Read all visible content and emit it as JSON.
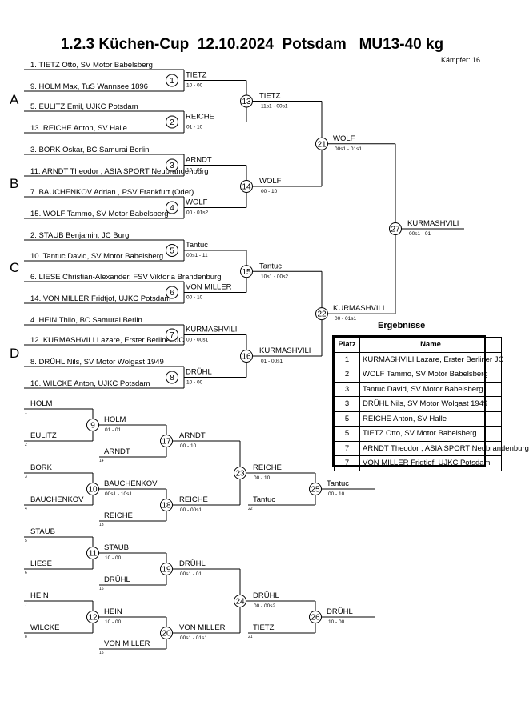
{
  "header": {
    "title": "1.2.3 Küchen-Cup  12.10.2024  Potsdam   MU13-40 kg",
    "kaempfer": "Kämpfer: 16"
  },
  "groups": [
    "A",
    "B",
    "C",
    "D"
  ],
  "entries": [
    "1. TIETZ Otto, SV Motor Babelsberg",
    "9. HOLM Max, TuS Wannsee 1896",
    "5. EULITZ Emil, UJKC Potsdam",
    "13. REICHE Anton, SV Halle",
    "3. BORK Oskar, BC Samurai Berlin",
    "11. ARNDT Theodor , ASIA SPORT Neubrandenburg",
    "7. BAUCHENKOV  Adrian , PSV Frankfurt (Oder)",
    "15. WOLF Tammo, SV Motor Babelsberg",
    "2. STAUB Benjamin, JC Burg",
    "10. Tantuc David, SV Motor Babelsberg",
    "6. LIESE Christian-Alexander, FSV Viktoria Brandenburg",
    "14. VON MILLER Fridtjof, UJKC Potsdam",
    "4. HEIN Thilo, BC Samurai Berlin",
    "12. KURMASHVILI Lazare, Erster Berliner JC",
    "8. DRÜHL Nils, SV Motor Wolgast 1949",
    "16. WILCKE Anton, UJKC Potsdam"
  ],
  "main_fights": [
    {
      "no": "1",
      "winner": "TIETZ",
      "score": "10 - 00"
    },
    {
      "no": "2",
      "winner": "REICHE",
      "score": "01 - 10"
    },
    {
      "no": "3",
      "winner": "ARNDT",
      "score": "10 - 00"
    },
    {
      "no": "4",
      "winner": "WOLF",
      "score": "00 - 01s2"
    },
    {
      "no": "5",
      "winner": "Tantuc",
      "score": "00s1 - 11"
    },
    {
      "no": "6",
      "winner": "VON MILLER",
      "score": "00 - 10"
    },
    {
      "no": "7",
      "winner": "KURMASHVILI",
      "score": "00 - 00s1"
    },
    {
      "no": "8",
      "winner": "DRÜHL",
      "score": "10 - 00"
    },
    {
      "no": "13",
      "winner": "TIETZ",
      "score": "11s1 - 00s1"
    },
    {
      "no": "14",
      "winner": "WOLF",
      "score": "00 - 10"
    },
    {
      "no": "15",
      "winner": "Tantuc",
      "score": "10s1 - 00s2"
    },
    {
      "no": "16",
      "winner": "KURMASHVILI",
      "score": "01 - 00s1"
    },
    {
      "no": "21",
      "winner": "WOLF",
      "score": "00s1 - 01s1"
    },
    {
      "no": "22",
      "winner": "KURMASHVILI",
      "score": "00 - 01s1"
    },
    {
      "no": "27",
      "winner": "KURMASHVILI",
      "score": "00s1 - 01"
    }
  ],
  "repechage_entries": [
    {
      "name": "HOLM",
      "ref": "1"
    },
    {
      "name": "EULITZ",
      "ref": "2"
    },
    {
      "name": "BORK",
      "ref": "3"
    },
    {
      "name": "BAUCHENKOV",
      "ref": "4"
    },
    {
      "name": "STAUB",
      "ref": "5"
    },
    {
      "name": "LIESE",
      "ref": "6"
    },
    {
      "name": "HEIN",
      "ref": "7"
    },
    {
      "name": "WILCKE",
      "ref": "8"
    }
  ],
  "repechage_fights": [
    {
      "no": "9",
      "winner": "HOLM",
      "score": "01 - 01"
    },
    {
      "no": "10",
      "winner": "BAUCHENKOV",
      "score": "00s1 - 10s1"
    },
    {
      "no": "11",
      "winner": "STAUB",
      "score": "10 - 00"
    },
    {
      "no": "12",
      "winner": "HEIN",
      "score": "10 - 00"
    },
    {
      "no": "17",
      "winner": "ARNDT",
      "score": "00 - 10"
    },
    {
      "no": "18",
      "winner": "REICHE",
      "score": "00 - 00s1"
    },
    {
      "no": "19",
      "winner": "DRÜHL",
      "score": "00s1 - 01"
    },
    {
      "no": "20",
      "winner": "VON MILLER",
      "score": "00s1 - 01s1"
    },
    {
      "no": "23",
      "winner": "REICHE",
      "score": "00 - 10"
    },
    {
      "no": "24",
      "winner": "DRÜHL",
      "score": "00 - 00s2"
    },
    {
      "no": "25",
      "winner": "Tantuc",
      "score": "00 - 10"
    },
    {
      "no": "26",
      "winner": "DRÜHL",
      "score": "10 - 00"
    }
  ],
  "loser_entries": [
    {
      "name": "ARNDT",
      "ref": "14"
    },
    {
      "name": "REICHE",
      "ref": "13"
    },
    {
      "name": "DRÜHL",
      "ref": "16"
    },
    {
      "name": "VON MILLER",
      "ref": "15"
    },
    {
      "name": "Tantuc",
      "ref": "22"
    },
    {
      "name": "TIETZ",
      "ref": "21"
    }
  ],
  "results": {
    "title": "Ergebnisse",
    "headers": {
      "place": "Platz",
      "name": "Name"
    },
    "rows": [
      {
        "place": "1",
        "name": "KURMASHVILI Lazare, Erster Berliner JC"
      },
      {
        "place": "2",
        "name": "WOLF Tammo, SV Motor Babelsberg"
      },
      {
        "place": "3",
        "name": "Tantuc David, SV Motor Babelsberg"
      },
      {
        "place": "3",
        "name": "DRÜHL Nils, SV Motor Wolgast 1949"
      },
      {
        "place": "5",
        "name": "REICHE Anton, SV Halle"
      },
      {
        "place": "5",
        "name": "TIETZ Otto, SV Motor Babelsberg"
      },
      {
        "place": "7",
        "name": "ARNDT Theodor , ASIA SPORT Neubrandenburg"
      },
      {
        "place": "7",
        "name": "VON MILLER Fridtjof, UJKC Potsdam"
      }
    ]
  }
}
